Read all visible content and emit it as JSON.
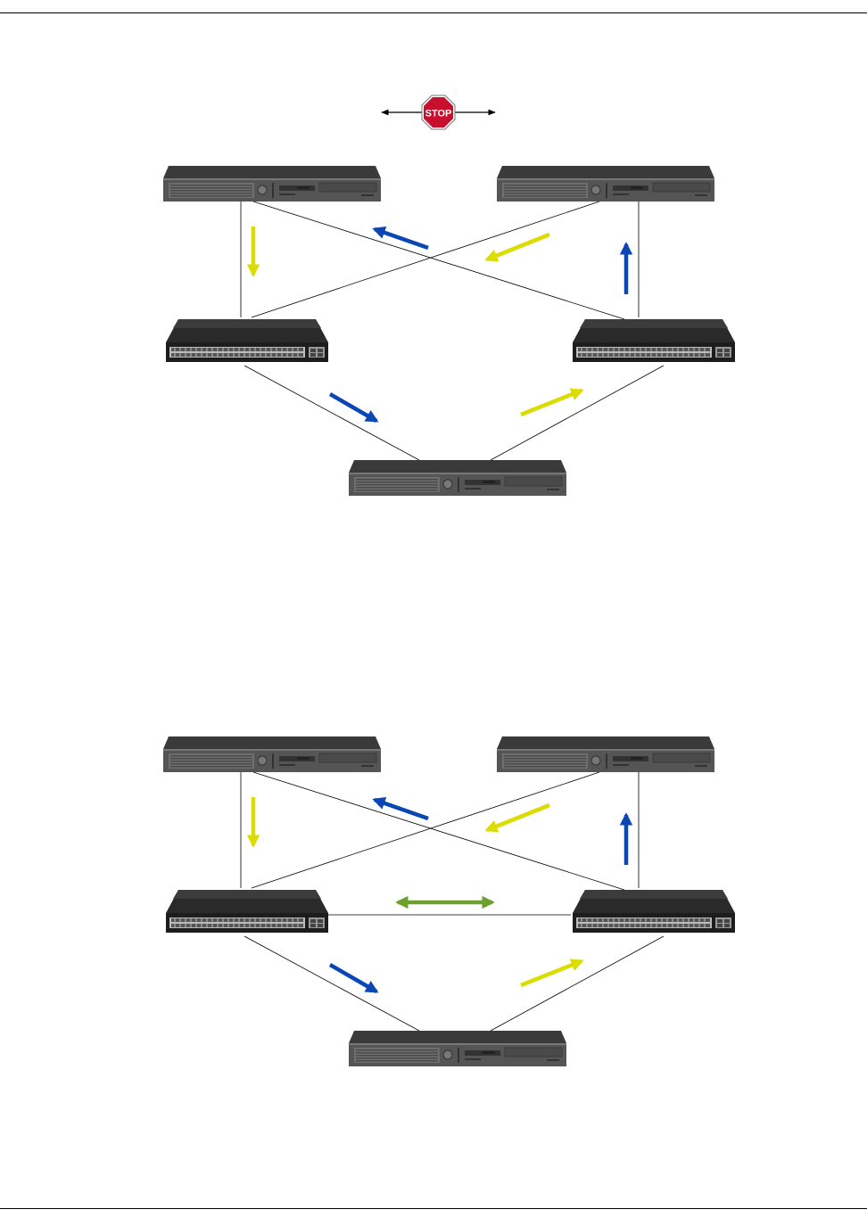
{
  "stop_sign": {
    "label": "STOP",
    "icon": "stop-sign-icon",
    "color": "#c8102e"
  },
  "colors": {
    "yellow_arrow": "#dcdc00",
    "blue_arrow": "#0a47b4",
    "green_arrow": "#6ea030",
    "device_dark": "#2a2a2a",
    "link": "#000000"
  },
  "diagrams": [
    {
      "id": "without-inter-switch-link",
      "devices": [
        {
          "name": "server-top-left",
          "kind": "server"
        },
        {
          "name": "server-top-right",
          "kind": "server"
        },
        {
          "name": "switch-left",
          "kind": "switch"
        },
        {
          "name": "switch-right",
          "kind": "switch"
        },
        {
          "name": "server-bottom",
          "kind": "server"
        }
      ],
      "traffic_arrows": [
        {
          "name": "yellow-down-arrow",
          "color": "yellow"
        },
        {
          "name": "blue-left-arrow",
          "color": "blue"
        },
        {
          "name": "yellow-diagonal-arrow",
          "color": "yellow"
        },
        {
          "name": "blue-up-arrow",
          "color": "blue"
        },
        {
          "name": "blue-down-right-arrow",
          "color": "blue"
        },
        {
          "name": "yellow-up-right-arrow",
          "color": "yellow"
        }
      ]
    },
    {
      "id": "with-inter-switch-link",
      "devices": [
        {
          "name": "server-top-left",
          "kind": "server"
        },
        {
          "name": "server-top-right",
          "kind": "server"
        },
        {
          "name": "switch-left",
          "kind": "switch"
        },
        {
          "name": "switch-right",
          "kind": "switch"
        },
        {
          "name": "server-bottom",
          "kind": "server"
        }
      ],
      "traffic_arrows": [
        {
          "name": "yellow-down-arrow",
          "color": "yellow"
        },
        {
          "name": "blue-left-arrow",
          "color": "blue"
        },
        {
          "name": "yellow-diagonal-arrow",
          "color": "yellow"
        },
        {
          "name": "blue-up-arrow",
          "color": "blue"
        },
        {
          "name": "blue-down-right-arrow",
          "color": "blue"
        },
        {
          "name": "yellow-up-right-arrow",
          "color": "yellow"
        },
        {
          "name": "green-bidirectional-arrow",
          "color": "green"
        }
      ]
    }
  ]
}
